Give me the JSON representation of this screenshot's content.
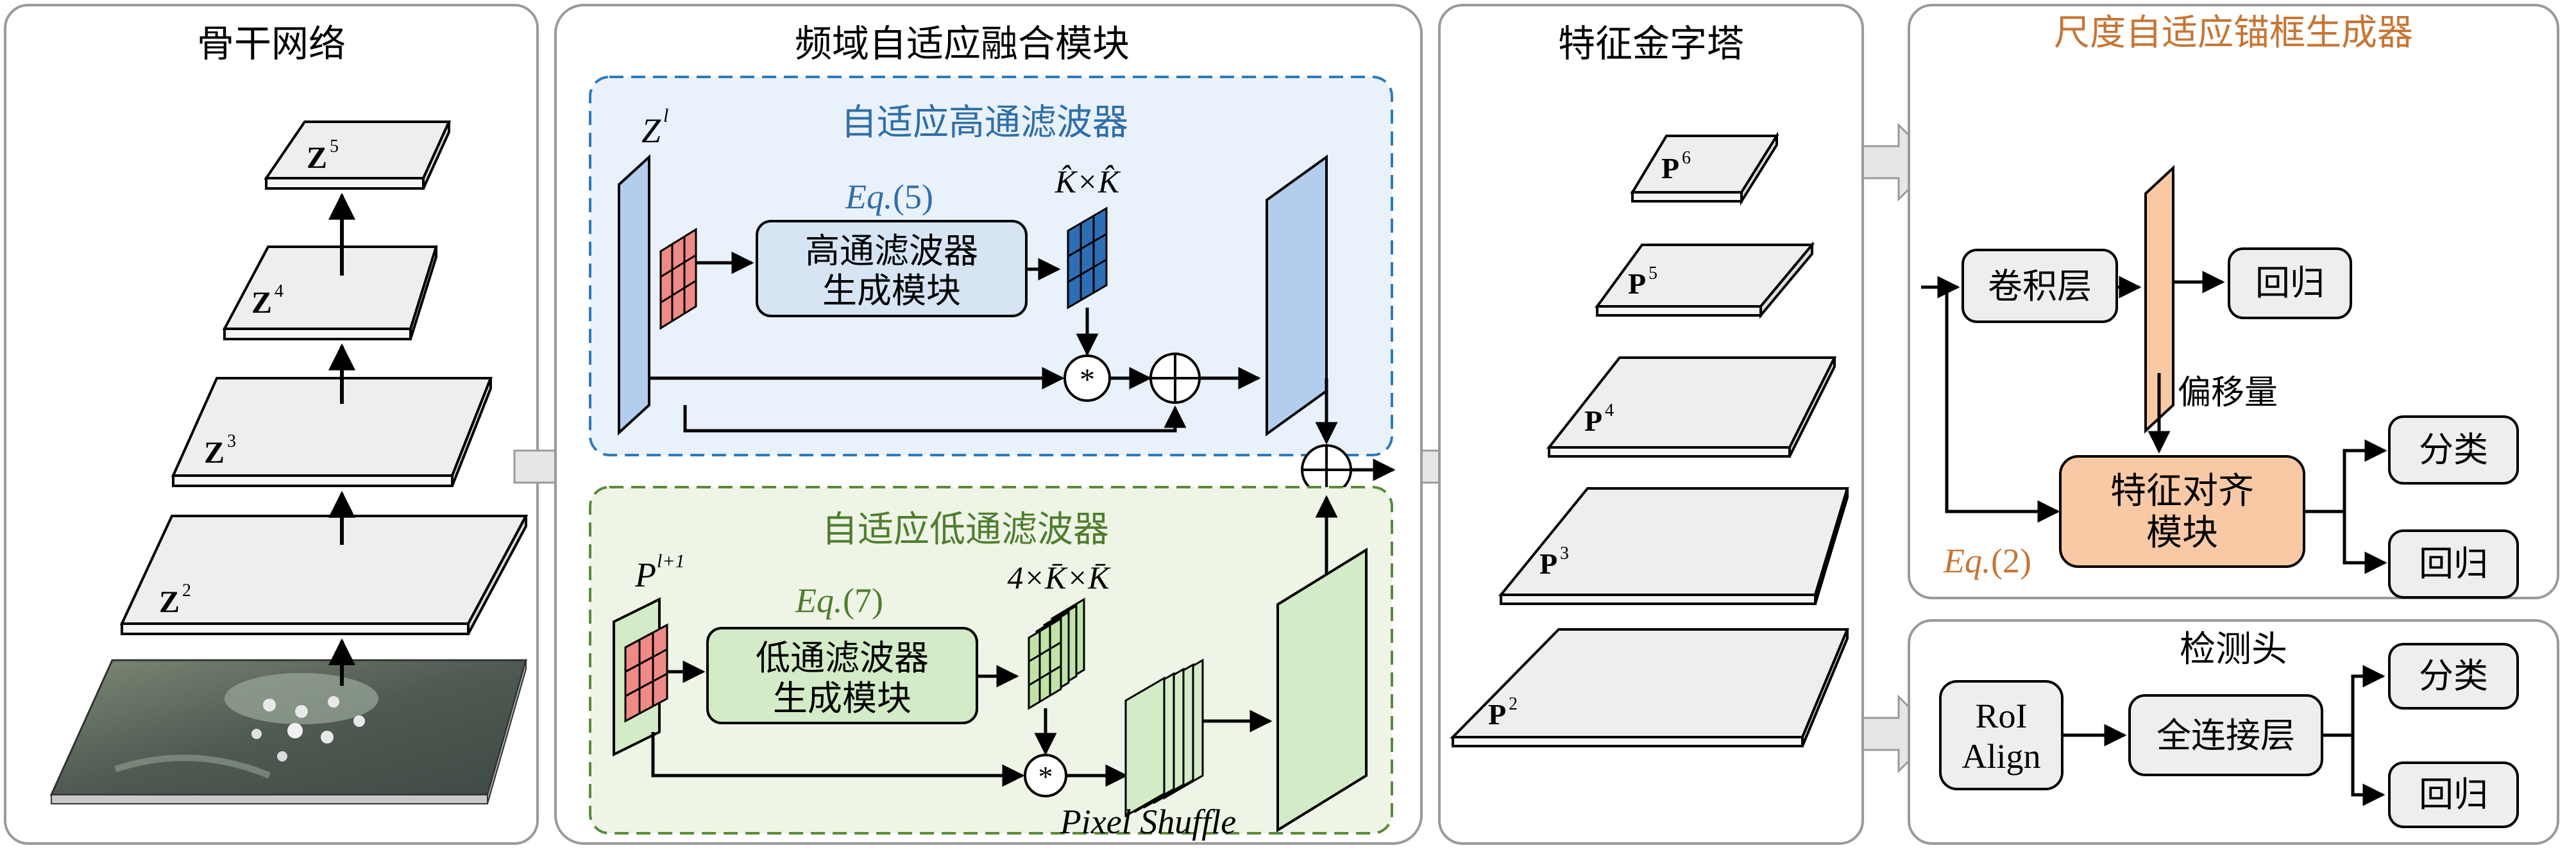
{
  "panels": {
    "backbone": {
      "title": "骨干网络",
      "levels": [
        {
          "base": "Z",
          "sup": "2"
        },
        {
          "base": "Z",
          "sup": "3"
        },
        {
          "base": "Z",
          "sup": "4"
        },
        {
          "base": "Z",
          "sup": "5"
        }
      ]
    },
    "fusion": {
      "title": "频域自适应融合模块",
      "high_pass": {
        "title": "自适应高通滤波器",
        "input_base": "Z",
        "input_sup": "l",
        "eq_prefix": "Eq.",
        "eq_number": "(5)",
        "kernel_label": "K̂×K̂",
        "generator_line1": "高通滤波器",
        "generator_line2": "生成模块",
        "conv_symbol": "*",
        "add_symbol": "+"
      },
      "low_pass": {
        "title": "自适应低通滤波器",
        "input_base": "P",
        "input_sup": "l+1",
        "eq_prefix": "Eq.",
        "eq_number": "(7)",
        "kernel_label": "4×K̄×K̄",
        "generator_line1": "低通滤波器",
        "generator_line2": "生成模块",
        "conv_symbol": "*",
        "shuffle_label": "Pixel Shuffle"
      },
      "merge_symbol": "+"
    },
    "pyramid": {
      "title": "特征金字塔",
      "levels": [
        {
          "base": "P",
          "sup": "2"
        },
        {
          "base": "P",
          "sup": "3"
        },
        {
          "base": "P",
          "sup": "4"
        },
        {
          "base": "P",
          "sup": "5"
        },
        {
          "base": "P",
          "sup": "6"
        }
      ]
    },
    "anchor": {
      "title": "尺度自适应锚框生成器",
      "conv_layer": "卷积层",
      "regression": "回归",
      "offset": "偏移量",
      "align_line1": "特征对齐",
      "align_line2": "模块",
      "classification": "分类",
      "regression2": "回归",
      "eq_prefix": "Eq.",
      "eq_number": "(2)"
    },
    "head": {
      "title": "检测头",
      "roi_line1": "RoI",
      "roi_line2": "Align",
      "fc_layer": "全连接层",
      "classification": "分类",
      "regression": "回归"
    }
  },
  "colors": {
    "panel_border": "#9a9a9a",
    "high_pass_fill": "#e9f1fa",
    "high_pass_border": "#2f7ab9",
    "high_pass_text": "#2f6ea8",
    "low_pass_fill": "#eef4e6",
    "low_pass_border": "#5b8a3a",
    "low_pass_text": "#4f7d2e",
    "anchor_title": "#c77534",
    "anchor_box": "#f9c9a6",
    "high_map": "#b3cdef",
    "low_map": "#d3ebc6",
    "red_kernel": "#f08a86",
    "blue_kernel": "#2d6fb6",
    "green_kernel": "#bfe3a6",
    "plate": "#eeeeee",
    "arrow_gray": "#e6e6e6"
  }
}
